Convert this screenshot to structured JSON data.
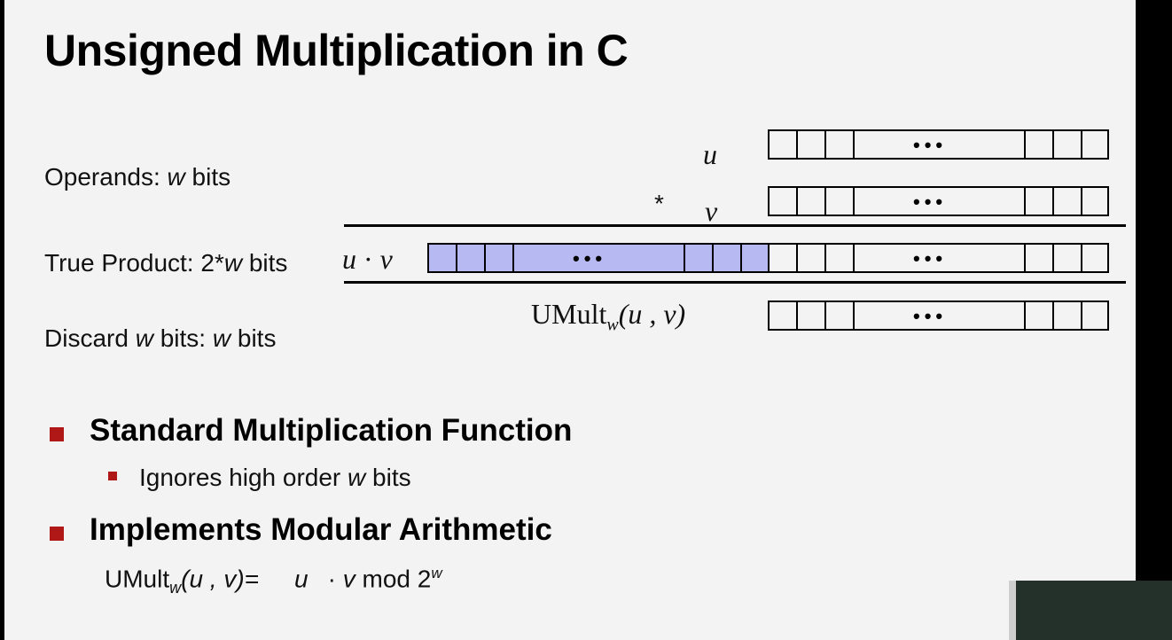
{
  "slide": {
    "title": "Unsigned Multiplication in C",
    "labels": {
      "operands_pre": "Operands: ",
      "operands_var": "w",
      "operands_post": " bits",
      "true_product_pre": "True Product: 2*",
      "true_product_var": "w",
      "true_product_post": "  bits",
      "discard_pre": "Discard ",
      "discard_var1": "w",
      "discard_mid": " bits: ",
      "discard_var2": "w",
      "discard_post": " bits"
    },
    "diagram": {
      "u": "u",
      "star": "*",
      "v": "v",
      "product_left": "u",
      "product_dot": " · ",
      "product_right": "v",
      "umult_name": "UMult",
      "umult_sub": "w",
      "umult_args": "(u , v)",
      "dots": "•••"
    },
    "bullets": [
      {
        "text": "Standard Multiplication Function",
        "sub": {
          "pre": "Ignores high order ",
          "var": "w",
          "post": " bits"
        }
      },
      {
        "text": "Implements Modular Arithmetic"
      }
    ],
    "formula": {
      "name": "UMult",
      "sub": "w",
      "args": "(u , v)=",
      "u": "u",
      "dot": "·",
      "v": "v",
      "mod": " mod 2",
      "exp": "w"
    },
    "colors": {
      "accent": "#b01818",
      "highlight": "#b7b9f3"
    }
  }
}
